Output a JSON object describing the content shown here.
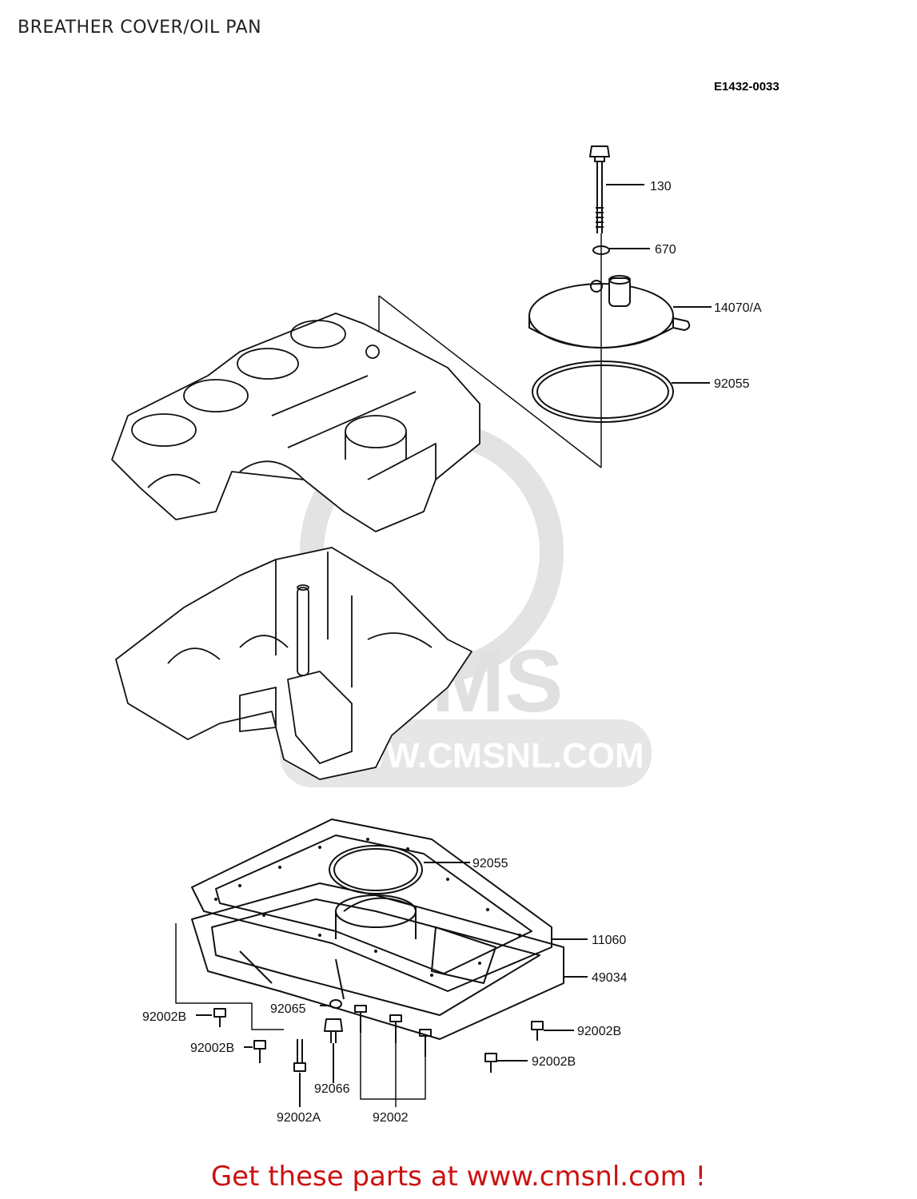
{
  "page": {
    "title": "BREATHER COVER/OIL PAN",
    "footer_cta": "Get these parts at www.cmsnl.com !"
  },
  "diagram": {
    "code": "E1432-0033",
    "watermark": "WWW.CMSNL.COM",
    "watermark_logo": "CMS",
    "callouts": {
      "c130": "130",
      "c670": "670",
      "c14070": "14070/A",
      "c92055_top": "92055",
      "c92055_bottom": "92055",
      "c11060": "11060",
      "c49034": "49034",
      "c92065": "92065",
      "c92002b_1": "92002B",
      "c92002b_2": "92002B",
      "c92002b_3": "92002B",
      "c92002b_4": "92002B",
      "c92066": "92066",
      "c92002a": "92002A",
      "c92002": "92002"
    }
  },
  "colors": {
    "ink": "#111111",
    "cta": "#cc1111",
    "watermark": "#d9d9d9"
  }
}
